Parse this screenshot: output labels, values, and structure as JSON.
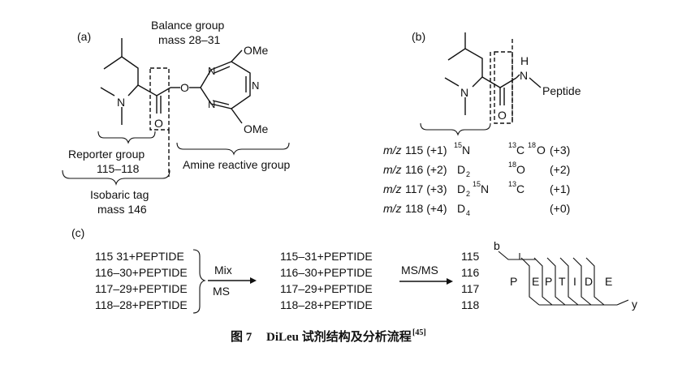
{
  "panel_a": {
    "label": "(a)",
    "balance_group": "Balance group",
    "balance_mass": "mass 28–31",
    "ome_top": "OMe",
    "ome_bottom": "OMe",
    "atom_n_amine": "N",
    "atom_o_carbonyl": "O",
    "atom_o_ester": "O",
    "atom_n1": "N",
    "atom_n2": "N",
    "atom_n3": "N",
    "reporter_group": "Reporter group",
    "reporter_mass": "115–118",
    "amine_reactive": "Amine reactive group",
    "isobaric_tag": "Isobaric tag",
    "isobaric_mass": "mass 146"
  },
  "panel_b": {
    "label": "(b)",
    "atom_n": "N",
    "atom_o": "O",
    "atom_nh_n": "N",
    "atom_nh_h": "H",
    "peptide": "Peptide",
    "rows": [
      {
        "mz": "m/z",
        "mass": "115 (+1)",
        "sup1": "15",
        "iso1": "N",
        "sub1": "",
        "sup2": "13",
        "iso2": "C",
        "sup3": "18",
        "iso3": "O",
        "delta": "(+3)"
      },
      {
        "mz": "m/z",
        "mass": "116 (+2)",
        "sup1": "",
        "iso1": "D",
        "sub1": "2",
        "sup2": "18",
        "iso2": "O",
        "sup3": "",
        "iso3": "",
        "delta": "(+2)"
      },
      {
        "mz": "m/z",
        "mass": "117 (+3)",
        "sup1": "",
        "iso1": "D",
        "sub1": "2",
        "sup1b": "15",
        "iso1b": "N",
        "sup2": "13",
        "iso2": "C",
        "sup3": "",
        "iso3": "",
        "delta": "(+1)"
      },
      {
        "mz": "m/z",
        "mass": "118 (+4)",
        "sup1": "",
        "iso1": "D",
        "sub1": "4",
        "sup2": "",
        "iso2": "",
        "sup3": "",
        "iso3": "",
        "delta": "(+0)"
      }
    ]
  },
  "panel_c": {
    "label": "(c)",
    "left_list": [
      "115 31+PEPTIDE",
      "116–30+PEPTIDE",
      "117–29+PEPTIDE",
      "118–28+PEPTIDE"
    ],
    "mix_label": "Mix",
    "ms_label": "MS",
    "mid_list": [
      "115–31+PEPTIDE",
      "116–30+PEPTIDE",
      "117–29+PEPTIDE",
      "118–28+PEPTIDE"
    ],
    "msms_label": "MS/MS",
    "reporter_masses": [
      "115",
      "116",
      "117",
      "118"
    ],
    "b_label": "b",
    "y_label": "y",
    "peptide_letters": [
      "P",
      "E",
      "P",
      "T",
      "I",
      "D",
      "E"
    ]
  },
  "caption": {
    "figure_no": "图 7",
    "title": "DiLeu 试剂结构及分析流程",
    "ref": "[45]"
  }
}
